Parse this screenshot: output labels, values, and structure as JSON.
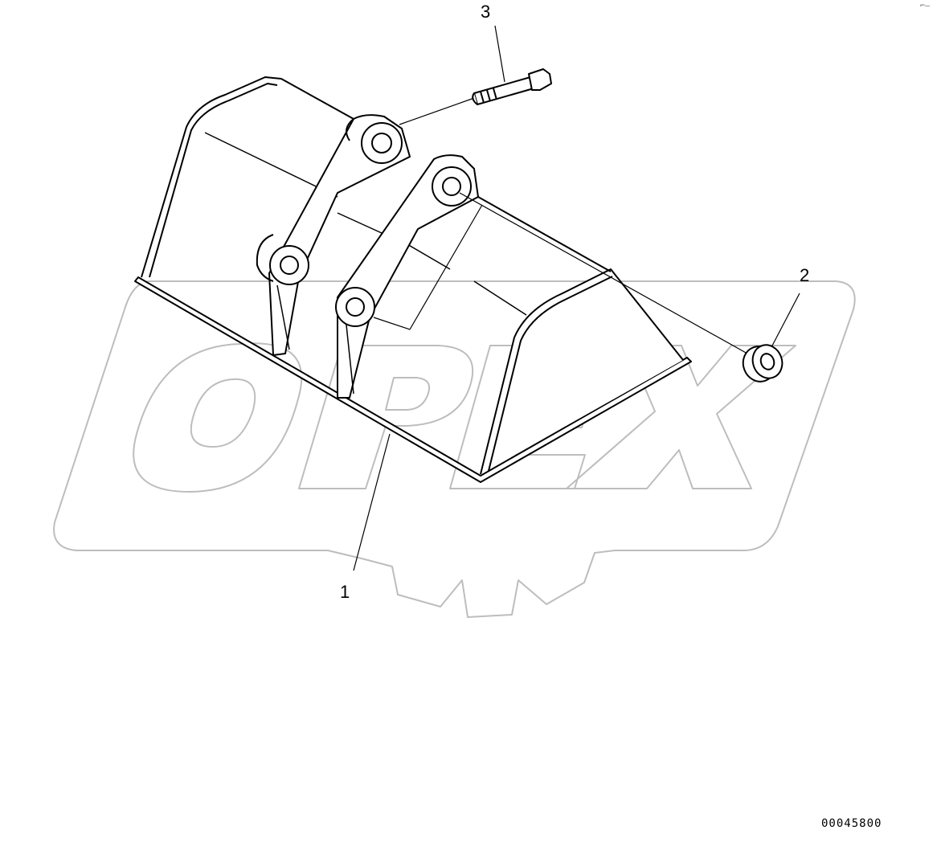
{
  "diagram": {
    "callouts": [
      {
        "id": "callout-1",
        "label": "1"
      },
      {
        "id": "callout-2",
        "label": "2"
      },
      {
        "id": "callout-3",
        "label": "3"
      }
    ],
    "drawing_number": "00045800",
    "corner_mark": "⌐–"
  },
  "watermark": {
    "text": "OPEX",
    "color": "#bdbdbd"
  },
  "colors": {
    "line": "#000000",
    "background": "#ffffff"
  }
}
